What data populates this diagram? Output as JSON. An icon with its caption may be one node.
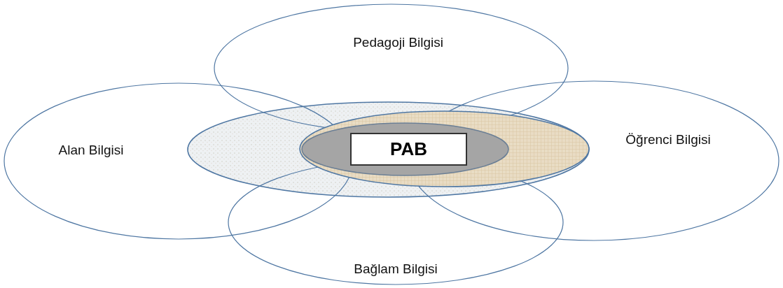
{
  "diagram": {
    "nodes": [
      {
        "text": [
          "Pedagoji Bilgisi"
        ]
      },
      {
        "text": [
          "Alan Bilgisi"
        ]
      },
      {
        "text": [],
        "shape": "ellipse"
      },
      {
        "text": [],
        "shape": "ellipse",
        "in": 2
      },
      {
        "text": [],
        "shape": "ellipse",
        "in": 3
      },
      {
        "text": [
          "PAB"
        ],
        "in": 4
      },
      {
        "text": [
          "Öğrenci Bilgisi"
        ]
      },
      {
        "text": [
          "Bağlam Bilgisi"
        ]
      }
    ]
  }
}
